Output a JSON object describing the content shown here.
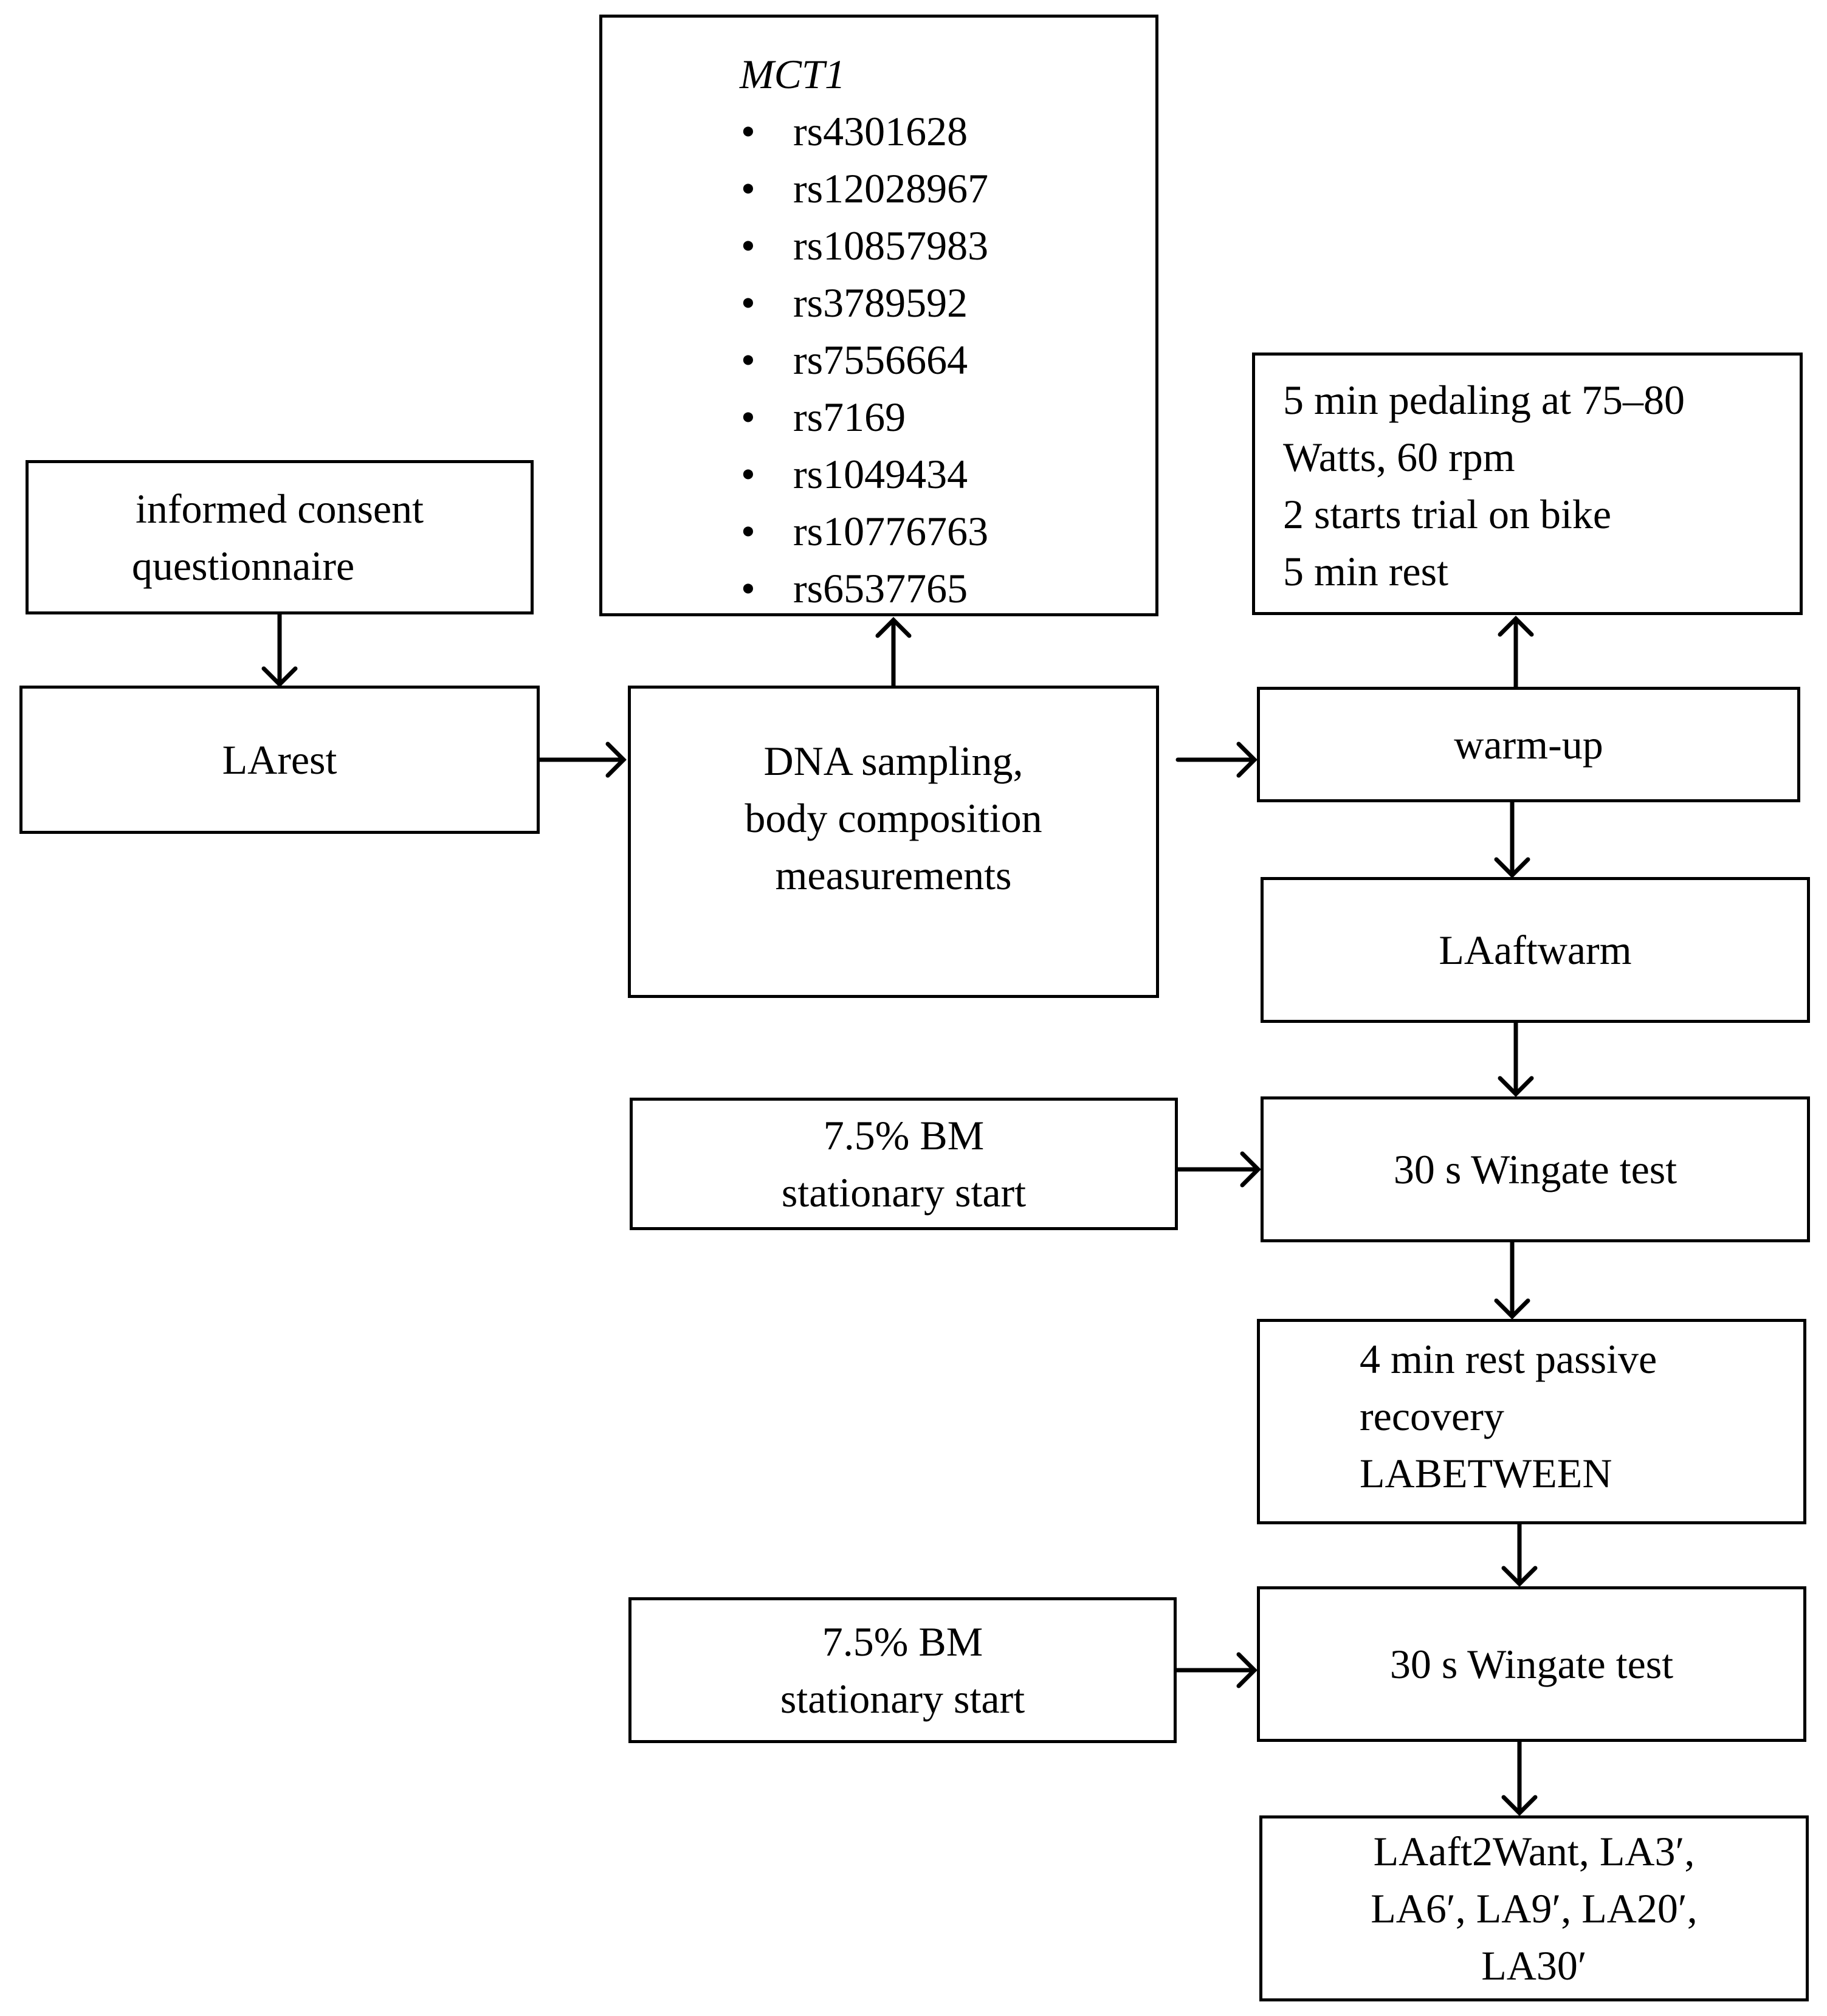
{
  "nodes": {
    "consent": {
      "lines": [
        "informed consent",
        "questionnaire"
      ]
    },
    "larest": {
      "lines": [
        "LArest"
      ]
    },
    "dna": {
      "lines": [
        "DNA  sampling,",
        "body composition",
        "measurements"
      ]
    },
    "mct1": {
      "title": "MCT1",
      "snps": [
        "rs4301628",
        "rs12028967",
        "rs10857983",
        "rs3789592",
        "rs7556664",
        "rs7169",
        "rs1049434",
        "rs10776763",
        "rs6537765"
      ]
    },
    "warmup_details": {
      "lines": [
        "5 min pedaling at 75–80",
        "Watts, 60 rpm",
        "2 starts trial on bike",
        "5 min rest"
      ]
    },
    "warmup": {
      "lines": [
        "warm-up"
      ]
    },
    "laaftwarm": {
      "lines": [
        "LAaftwarm"
      ]
    },
    "load1": {
      "lines": [
        "7.5% BM",
        "stationary start"
      ]
    },
    "wingate1": {
      "lines": [
        "30 s Wingate test"
      ]
    },
    "recovery": {
      "lines": [
        "4 min rest passive",
        "recovery",
        "LABETWEEN"
      ]
    },
    "load2": {
      "lines": [
        "7.5% BM",
        "stationary start"
      ]
    },
    "wingate2": {
      "lines": [
        "30 s Wingate test"
      ]
    },
    "final": {
      "lines": [
        "LAaft2Want, LA3′,",
        "LA6′, LA9′, LA20′,",
        "LA30′"
      ]
    }
  }
}
